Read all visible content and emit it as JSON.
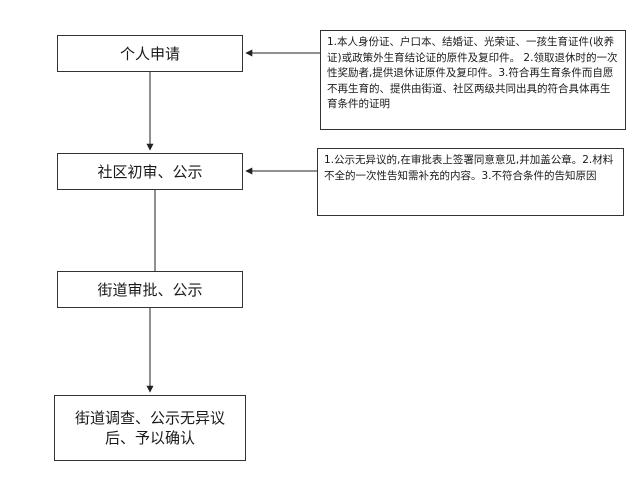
{
  "steps": [
    "个人申请",
    "社区初审、公示",
    "街道审批、公示",
    "街道调查、公示无异议后、予以确认"
  ],
  "notes": [
    "1.本人身份证、户口本、结婚证、光荣证、一孩生育证件(收养证)或政策外生育结论证的原件及复印件。 2.领取退休时的一次性奖励者,提供退休证原件及复印件。3.符合再生育条件而自愿不再生育的、提供由街道、社区两级共同出具的符合具体再生育条件的证明",
    "1.公示无异议的,在审批表上签署同意意见,并加盖公章。2.材料不全的一次性告知需补充的内容。3.不符合条件的告知原因"
  ]
}
